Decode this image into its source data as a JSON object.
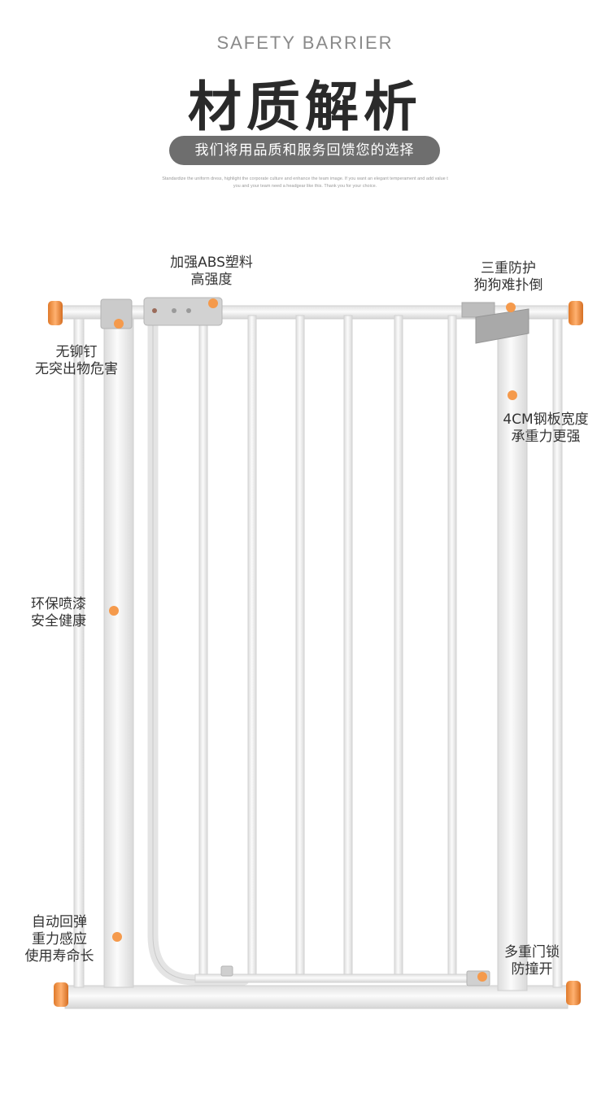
{
  "header": {
    "subtitle_en": "SAFETY BARRIER",
    "title": "材质解析",
    "pill_text": "我们将用品质和服务回馈您的选择",
    "fine_print": [
      "Standardize the uniform dress, highlight the corporate culture and enhance the team image. If you want an elegant temperament and add value t",
      "you and your team need a headgear like this. Thank you for your choice."
    ]
  },
  "annotations": [
    {
      "id": "abs-plastic",
      "lines": [
        "加强ABS塑料",
        "高强度"
      ]
    },
    {
      "id": "triple-protection",
      "lines": [
        "三重防护",
        "狗狗难扑倒"
      ]
    },
    {
      "id": "no-rivets",
      "lines": [
        "无铆钉",
        "无突出物危害"
      ]
    },
    {
      "id": "steel-width",
      "lines": [
        "4CM钢板宽度",
        "承重力更强"
      ]
    },
    {
      "id": "eco-paint",
      "lines": [
        "环保喷漆",
        "安全健康"
      ]
    },
    {
      "id": "auto-rebound",
      "lines": [
        "自动回弹",
        "重力感应",
        "使用寿命长"
      ]
    },
    {
      "id": "multi-lock",
      "lines": [
        "多重门锁",
        "防撞开"
      ]
    }
  ],
  "colors": {
    "accent": "#f59a4c",
    "frame": "#f2f2f2",
    "frame_edge": "#d6d6d6",
    "plastic": "#c8c8c8",
    "pill": "#6e6e6e"
  }
}
